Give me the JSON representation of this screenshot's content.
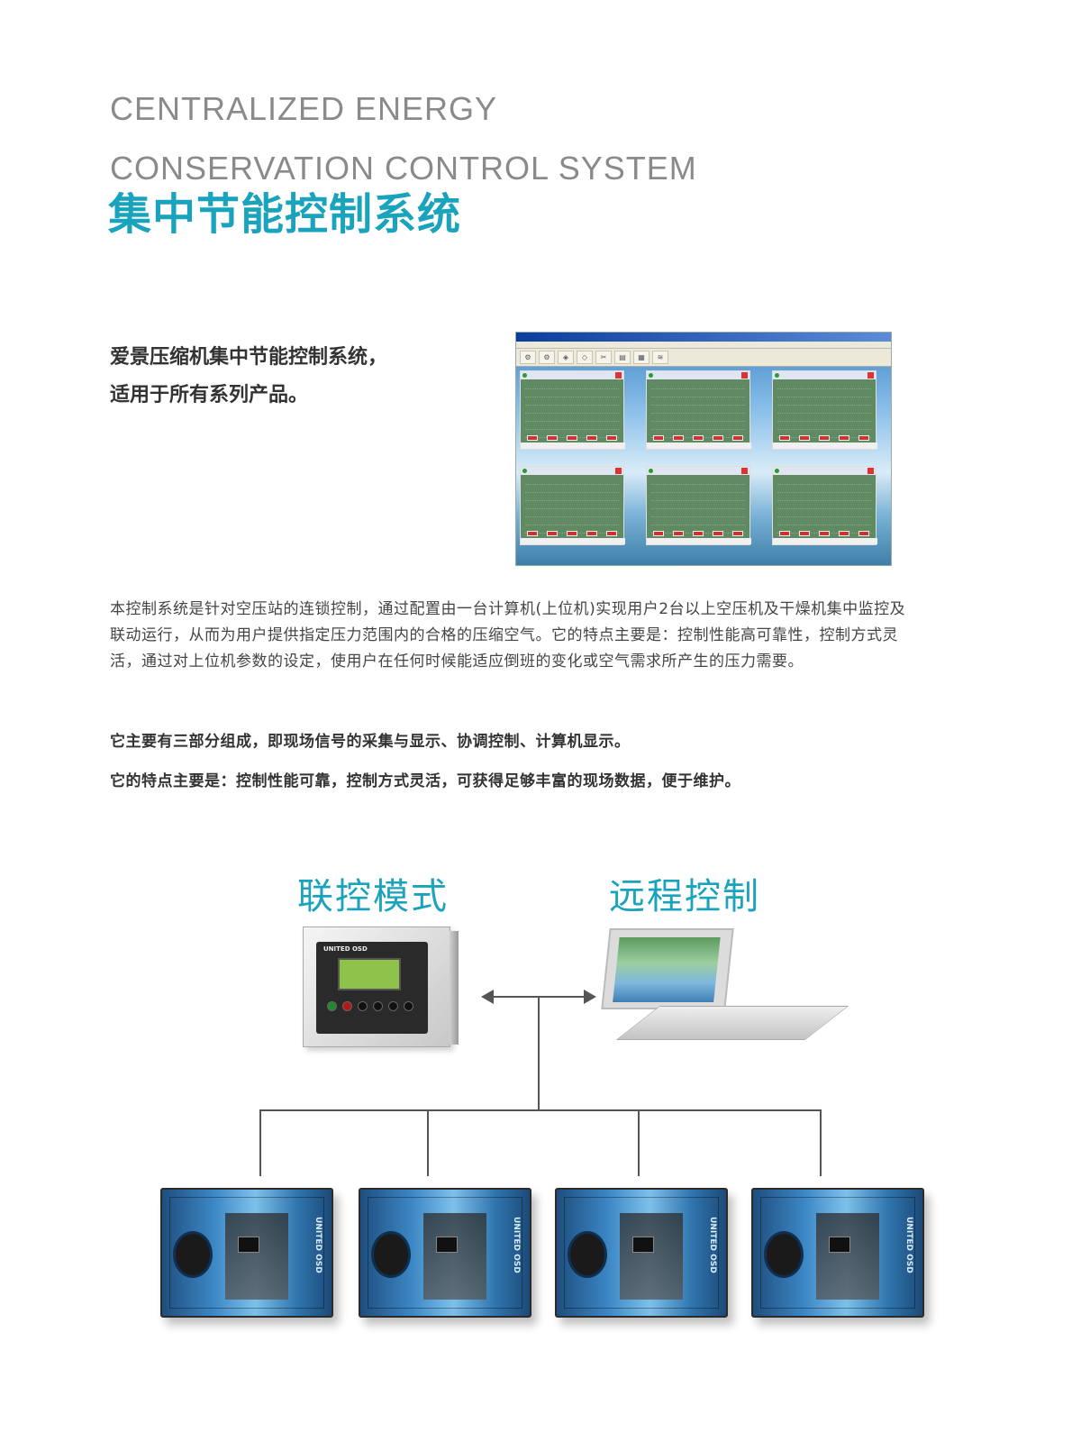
{
  "header": {
    "en_title_line1": "CENTRALIZED ENERGY",
    "en_title_line2": "CONSERVATION CONTROL SYSTEM",
    "cn_title": "集中节能控制系统"
  },
  "intro": {
    "line1": "爱景压缩机集中节能控制系统，",
    "line2": "适用于所有系列产品。"
  },
  "body": {
    "paragraph": "本控制系统是针对空压站的连锁控制，通过配置由一台计算机(上位机)实现用户2台以上空压机及干燥机集中监控及联动运行，从而为用户提供指定压力范围内的合格的压缩空气。它的特点主要是：控制性能高可靠性，控制方式灵活，通过对上位机参数的设定，使用户在任何时候能适应倒班的变化或空气需求所产生的压力需要。",
    "composition": "它主要有三部分组成，即现场信号的采集与显示、协调控制、计算机显示。",
    "features": "它的特点主要是：控制性能可靠，控制方式灵活，可获得足够丰富的现场数据，便于维护。"
  },
  "diagram": {
    "left_label": "联控模式",
    "right_label": "远程控制",
    "controller_brand": "UNITED OSD",
    "cabinet_brand": "UNITED OSD"
  },
  "colors": {
    "accent": "#1aa3bc",
    "title_gray": "#8a8a8a"
  }
}
